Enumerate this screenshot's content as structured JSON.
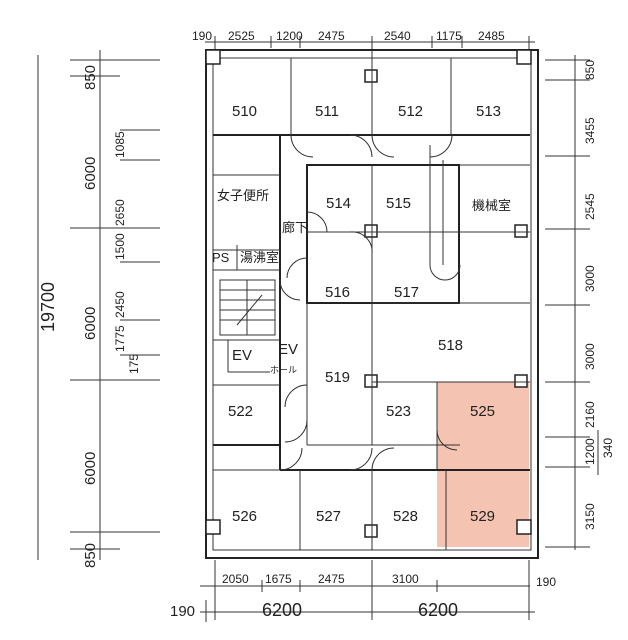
{
  "highlight_color": "#f5c3b1",
  "top_dims": [
    "190",
    "2525",
    "1200",
    "2475",
    "2540",
    "1175",
    "2485"
  ],
  "left_total": "19700",
  "left_mid": [
    "850",
    "6000",
    "6000",
    "6000",
    "850"
  ],
  "left_inner": [
    "1085",
    "2650",
    "1500",
    "2450",
    "1775",
    "175"
  ],
  "right_dims": [
    "850",
    "3455",
    "2545",
    "3000",
    "3000",
    "2160",
    "1200",
    "3150"
  ],
  "right_extra": "340",
  "bottom_dims": [
    "2050",
    "1675",
    "2475",
    "3100"
  ],
  "bottom_190_right": "190",
  "bottom_190_left": "190",
  "bottom_totals": [
    "6200",
    "6200"
  ],
  "rooms": {
    "r510": "510",
    "r511": "511",
    "r512": "512",
    "r513": "513",
    "r514": "514",
    "r515": "515",
    "r516": "516",
    "r517": "517",
    "r518": "518",
    "r519": "519",
    "r522": "522",
    "r523": "523",
    "r525": "525",
    "r526": "526",
    "r527": "527",
    "r528": "528",
    "r529": "529"
  },
  "labels": {
    "toilet": "女子便所",
    "corridor": "廊下",
    "kitchen": "湯沸室",
    "ps": "PS",
    "machine": "機械室",
    "ev": "EV",
    "ev2": "EV",
    "ev_hall": "ホール"
  }
}
